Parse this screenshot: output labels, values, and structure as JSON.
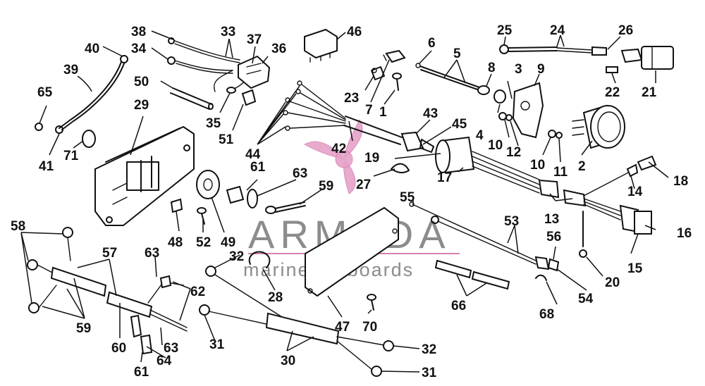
{
  "watermark": {
    "brand": "ARMADA",
    "tagline": "marine outboards",
    "color": "#8c8c8c",
    "accent": "#e6a3c9"
  },
  "callouts": {
    "n1": "1",
    "n2": "2",
    "n3": "3",
    "n4": "4",
    "n5": "5",
    "n6": "6",
    "n7": "7",
    "n8": "8",
    "n9": "9",
    "n10a": "10",
    "n10b": "10",
    "n11": "11",
    "n12": "12",
    "n13": "13",
    "n14": "14",
    "n15": "15",
    "n16": "16",
    "n17": "17",
    "n18": "18",
    "n19": "19",
    "n20": "20",
    "n21": "21",
    "n22": "22",
    "n23": "23",
    "n24": "24",
    "n25": "25",
    "n26": "26",
    "n27": "27",
    "n28": "28",
    "n29": "29",
    "n30": "30",
    "n31a": "31",
    "n31b": "31",
    "n32a": "32",
    "n32b": "32",
    "n33": "33",
    "n34": "34",
    "n35": "35",
    "n36": "36",
    "n37": "37",
    "n38": "38",
    "n39": "39",
    "n40": "40",
    "n41": "41",
    "n42": "42",
    "n43": "43",
    "n44": "44",
    "n45": "45",
    "n46": "46",
    "n47": "47",
    "n48": "48",
    "n49": "49",
    "n50": "50",
    "n51": "51",
    "n52": "52",
    "n53": "53",
    "n54": "54",
    "n55": "55",
    "n56": "56",
    "n57": "57",
    "n58": "58",
    "n59a": "59",
    "n59b": "59",
    "n60": "60",
    "n61a": "61",
    "n61b": "61",
    "n62": "62",
    "n63a": "63",
    "n63b": "63",
    "n63c": "63",
    "n64": "64",
    "n65": "65",
    "n66": "66",
    "n68": "68",
    "n70": "70",
    "n71": "71"
  }
}
